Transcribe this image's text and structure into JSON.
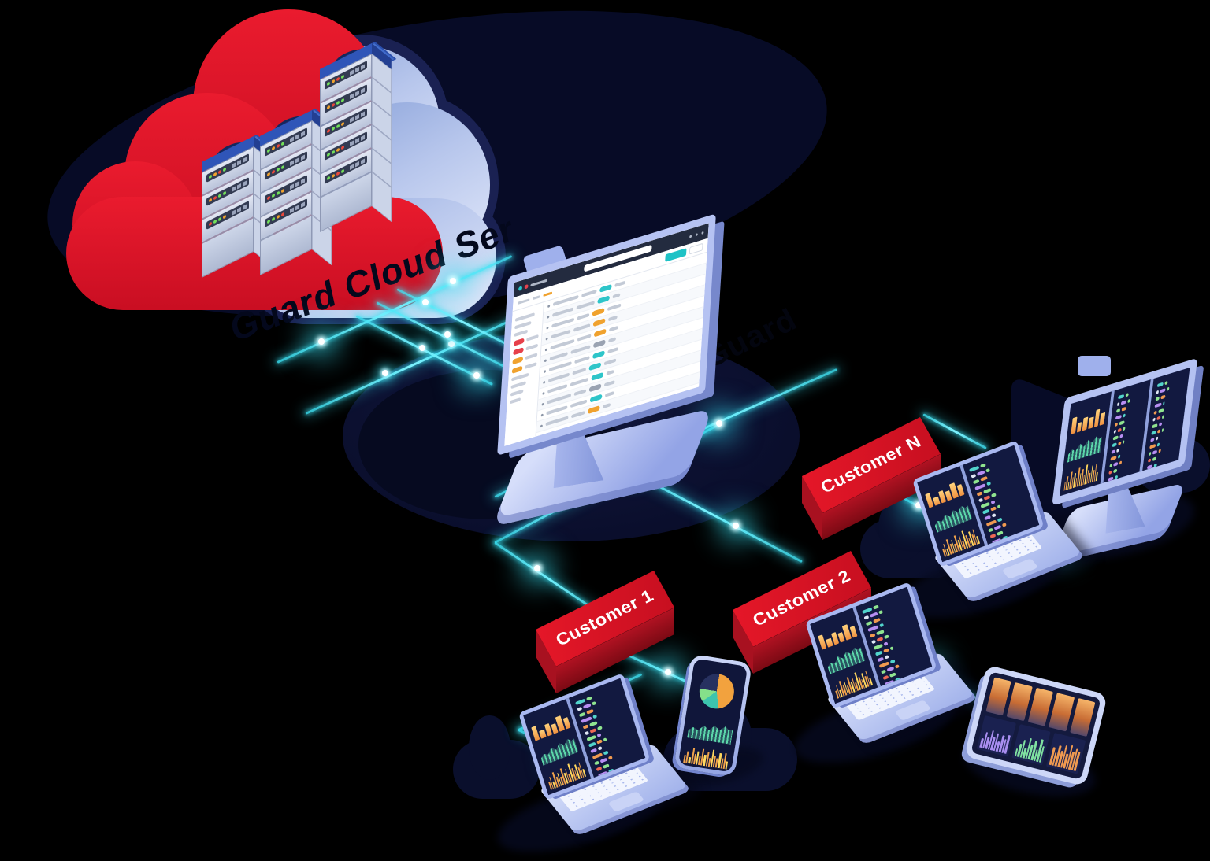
{
  "scene": {
    "colors": {
      "red": "#df1425",
      "cyan": "#3ae0f2",
      "navy": "#0c1134",
      "periwinkle": "#aebbf0"
    }
  },
  "labels": {
    "cloud_service": "Guard Cloud Ser",
    "platform": "FirmGuard",
    "customer_1": "Customer 1",
    "customer_2": "Customer 2",
    "customer_n": "Customer N"
  },
  "dashboard": {
    "navbar_color": "#232b3f",
    "button_color": "#1ec2c6",
    "logo_dot_colors": [
      "#27c7cb",
      "#e5434e"
    ],
    "sidebar_badges": [
      "#e6404a",
      "#e6404a",
      "#f0a22e",
      "#f0a22e"
    ],
    "rows": [
      {
        "w": [
          34,
          20,
          14
        ],
        "badge": "#2ec5c9"
      },
      {
        "w": [
          28,
          24,
          10
        ],
        "badge": "#2ec5c9"
      },
      {
        "w": [
          30,
          16,
          18
        ],
        "badge": "#f0a22e"
      },
      {
        "w": [
          26,
          22,
          12
        ],
        "badge": "#f0a22e"
      },
      {
        "w": [
          32,
          18,
          12
        ],
        "badge": "#f0a22e"
      },
      {
        "w": [
          24,
          26,
          10
        ],
        "badge": "#9aa3b2"
      },
      {
        "w": [
          30,
          20,
          14
        ],
        "badge": "#2ec5c9"
      },
      {
        "w": [
          28,
          18,
          16
        ],
        "badge": "#2ec5c9"
      },
      {
        "w": [
          26,
          24,
          10
        ],
        "badge": "#2ec5c9"
      },
      {
        "w": [
          32,
          16,
          14
        ],
        "badge": "#9aa3b2"
      },
      {
        "w": [
          28,
          22,
          12
        ],
        "badge": "#2ec5c9"
      },
      {
        "w": [
          30,
          18,
          10
        ],
        "badge": "#f0a22e"
      }
    ]
  },
  "device_screen": {
    "bars": [
      58,
      34,
      48,
      40,
      62,
      45
    ],
    "area": [
      [
        0,
        68
      ],
      [
        10,
        52
      ],
      [
        22,
        62
      ],
      [
        34,
        38
      ],
      [
        46,
        55
      ],
      [
        58,
        32
      ],
      [
        70,
        48
      ],
      [
        82,
        28
      ],
      [
        92,
        42
      ],
      [
        100,
        36
      ]
    ],
    "hist": [
      35,
      55,
      30,
      70,
      45,
      60,
      38,
      75,
      50,
      65,
      40,
      80,
      55,
      42,
      68,
      48,
      72,
      36
    ],
    "code_rows": [
      [
        "#52d4cc:22",
        "#8fe48f:12"
      ],
      [
        "#dfe6f4:10",
        "#b78ef2:18",
        "#8fe48f:8"
      ],
      [
        "#8fe48f:14",
        "#f09a50:16"
      ],
      [
        "#b78ef2:24",
        "#52d4cc:8"
      ],
      [
        "#f09a50:12",
        "#8fe48f:18"
      ],
      [
        "#dfe6f4:8",
        "#ee6855:14",
        "#8fe48f:10"
      ],
      [
        "#8fe48f:20",
        "#b78ef2:10"
      ],
      [
        "#52d4cc:16",
        "#f09a50:12",
        "#8fe48f:6"
      ],
      [
        "#b78ef2:14",
        "#dfe6f4:8"
      ],
      [
        "#f09a50:22",
        "#52d4cc:10"
      ],
      [
        "#8fe48f:10",
        "#b78ef2:16",
        "#f09a50:8"
      ],
      [
        "#ee6855:12",
        "#8fe48f:14"
      ],
      [
        "#b78ef2:20",
        "#52d4cc:12"
      ],
      [
        "#f09a50:10",
        "#dfe6f4:14",
        "#8fe48f:8"
      ],
      [
        "#52d4cc:18",
        "#b78ef2:8"
      ],
      [
        "#8fe48f:24",
        "#f09a50:8"
      ]
    ]
  },
  "phone": {
    "pie": [
      [
        "#f2a23e",
        46
      ],
      [
        "#3dc4ae",
        17
      ],
      [
        "#85e08a",
        12
      ],
      [
        "#273160",
        25
      ]
    ]
  },
  "tablet": {
    "tiles": 5,
    "panels": [
      {
        "color": "#a98ef0",
        "bars": [
          30,
          55,
          40,
          65,
          45,
          60,
          35,
          58,
          48,
          62
        ]
      },
      {
        "color": "#7fe0a0",
        "bars": [
          25,
          45,
          60,
          35,
          70,
          50,
          65,
          40,
          75,
          55
        ]
      },
      {
        "color": "#f09a50",
        "bars": [
          60,
          45,
          70,
          55,
          75,
          50,
          80,
          60,
          72,
          65
        ]
      }
    ]
  },
  "servers": {
    "led_colors": [
      "#72e05a",
      "#f0a22e",
      "#e8483c",
      "#72e05a"
    ],
    "towers": [
      {
        "units": 3
      },
      {
        "units": 4
      },
      {
        "units": 5
      }
    ]
  }
}
